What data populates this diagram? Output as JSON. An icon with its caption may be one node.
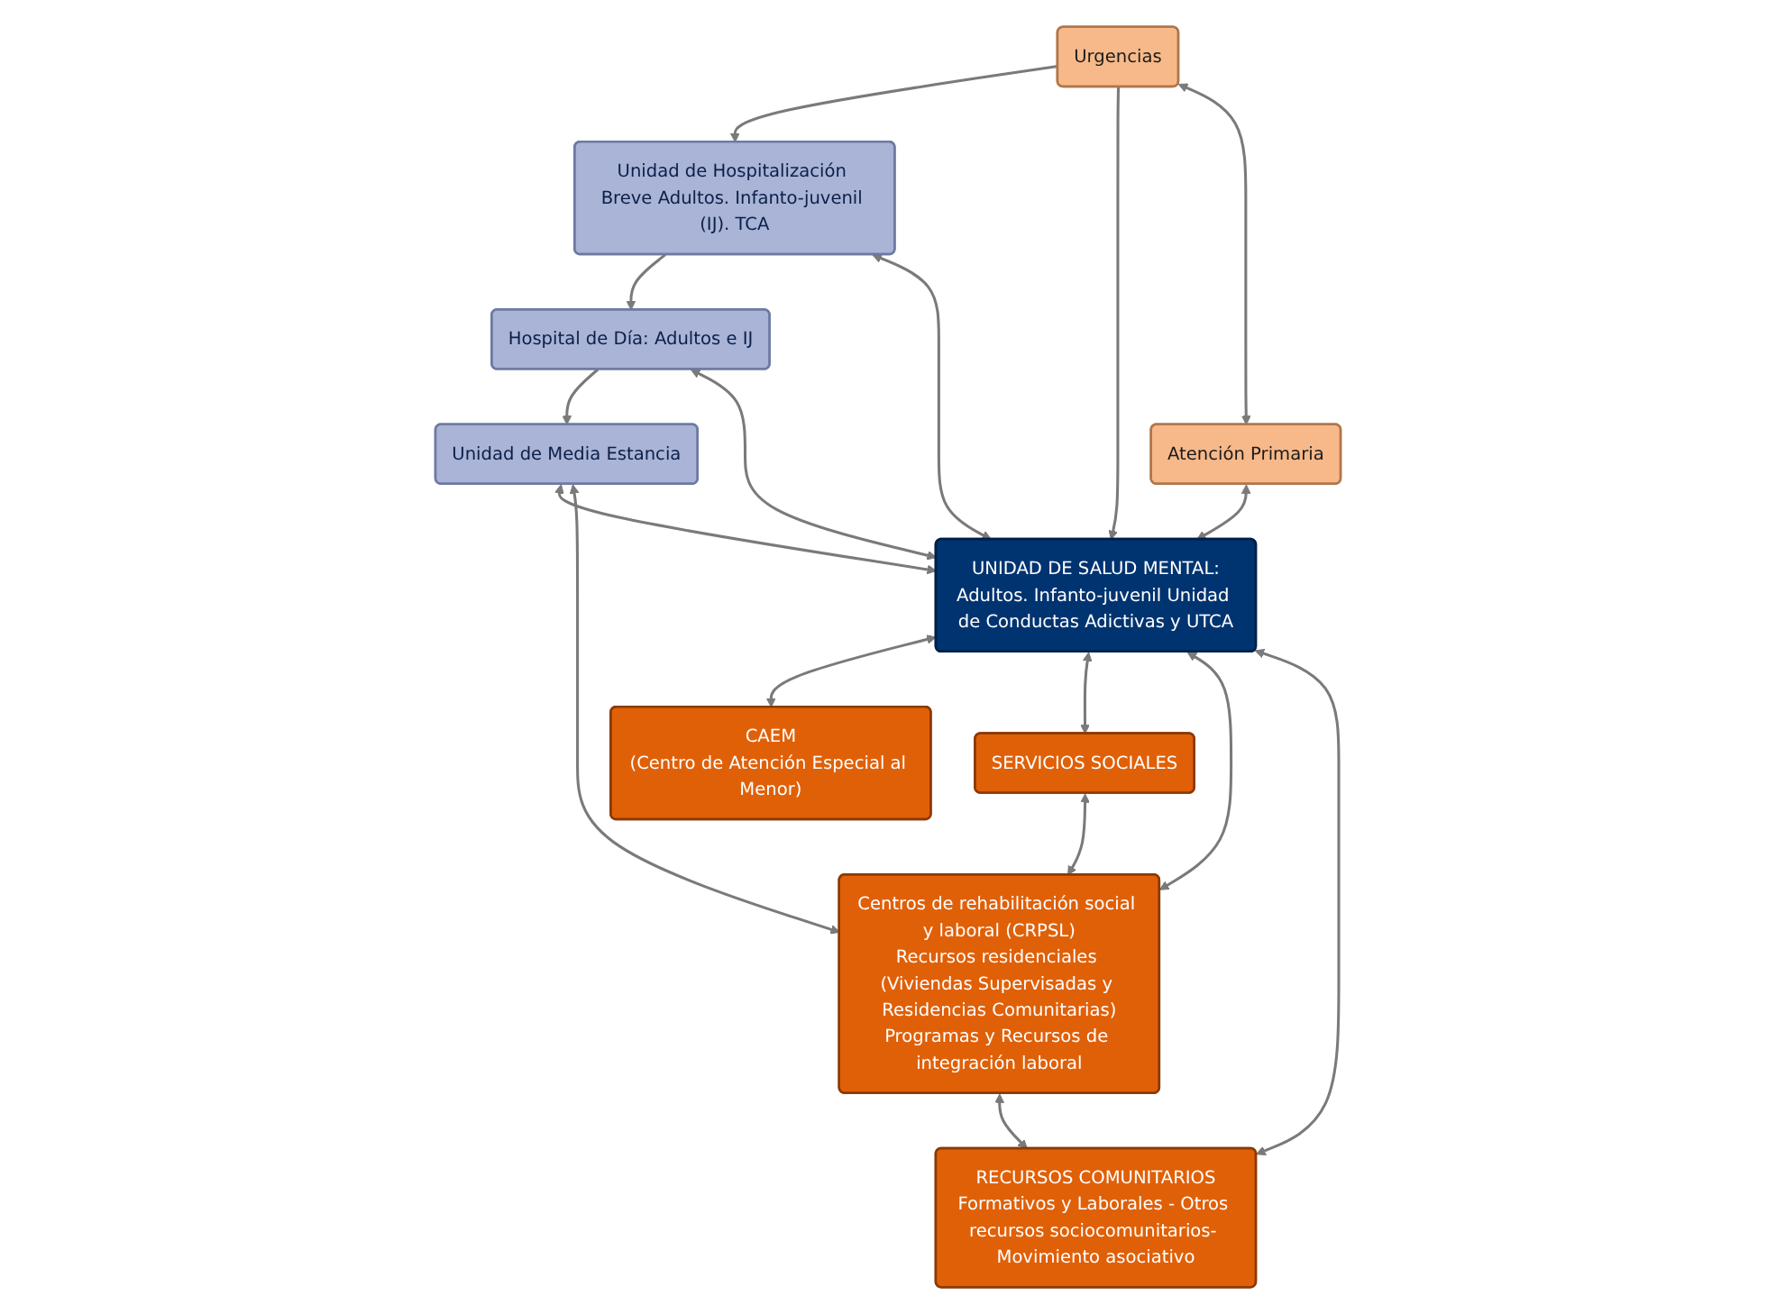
{
  "diagram": {
    "nodes": [
      {
        "text": [
          "Unidad de Hospitalización Breve Adultos. Infanto-juvenil (IJ). TCA"
        ]
      },
      {
        "text": [
          "Hospital de Día: Adultos e IJ"
        ]
      },
      {
        "text": [
          "Unidad de Media Estancia"
        ]
      },
      {
        "text": [
          "UNIDAD DE SALUD MENTAL:",
          "Adultos. Infanto-juvenil Unidad de Conductas Adictivas y UTCA"
        ]
      },
      {
        "text": [
          "CAEM",
          "(Centro de Atención Especial al Menor)"
        ]
      },
      {
        "text": [
          "Urgencias"
        ]
      },
      {
        "text": [
          "Centros de rehabilitación social y laboral (CRPSL)",
          "Recursos residenciales (Viviendas Supervisadas y Residencias Comunitarias)",
          "Programas y Recursos de integración laboral"
        ]
      },
      {
        "text": [
          "Atención Primaria"
        ]
      },
      {
        "text": [
          "SERVICIOS SOCIALES"
        ]
      },
      {
        "text": [
          "RECURSOS COMUNITARIOS",
          "Formativos y Laborales - Otros recursos sociocomunitarios- Movimiento asociativo"
        ]
      }
    ],
    "edges": [
      {
        "from": 0,
        "to": 1,
        "arrow": "to"
      },
      {
        "from": 1,
        "to": 2,
        "arrow": "to"
      },
      {
        "from": 0,
        "to": 3,
        "arrow": "both"
      },
      {
        "from": 1,
        "to": 3,
        "arrow": "both"
      },
      {
        "from": 2,
        "to": 3,
        "arrow": "both"
      },
      {
        "from": 5,
        "to": 0,
        "arrow": "to"
      },
      {
        "from": 5,
        "to": 3,
        "arrow": "to"
      },
      {
        "from": 5,
        "to": 7,
        "arrow": "both"
      },
      {
        "from": 7,
        "to": 3,
        "arrow": "both"
      },
      {
        "from": 3,
        "to": 4,
        "arrow": "both"
      },
      {
        "from": 2,
        "to": 6,
        "arrow": "both"
      },
      {
        "from": 3,
        "to": 8,
        "arrow": "both"
      },
      {
        "from": 3,
        "to": 6,
        "arrow": "both"
      },
      {
        "from": 8,
        "to": 6,
        "arrow": "both"
      },
      {
        "from": 3,
        "to": 9,
        "arrow": "both"
      },
      {
        "from": 6,
        "to": 9,
        "arrow": "both"
      }
    ]
  }
}
